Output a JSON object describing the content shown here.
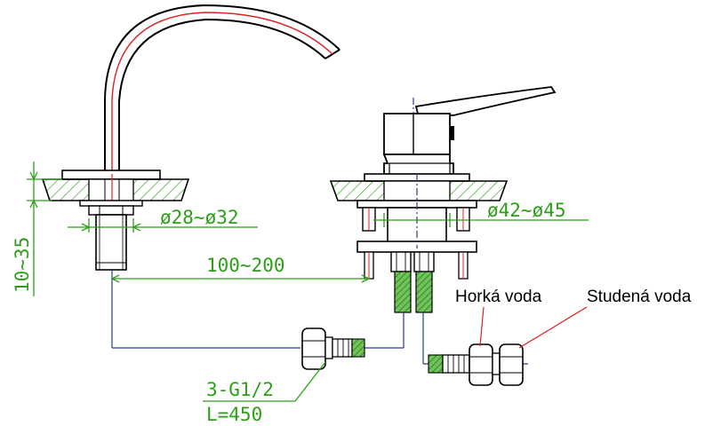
{
  "labels": {
    "hot_water": "Horká voda",
    "cold_water": "Studená voda"
  },
  "dimensions": {
    "height_range": "10~35",
    "base_hole_diameter": "ø28~ø32",
    "mixer_hole_diameter": "ø42~ø45",
    "spacing_range": "100~200",
    "hose_thread": "3-G1/2",
    "hose_length": "L=450"
  },
  "colors": {
    "outline": "#000000",
    "dimension": "#2e9e1a",
    "centerline": "#2a3a8c",
    "pipe_core": "#e02020",
    "leader": "#e02020",
    "hatch": "#2e9e1a",
    "hose": "#3aa52a"
  }
}
